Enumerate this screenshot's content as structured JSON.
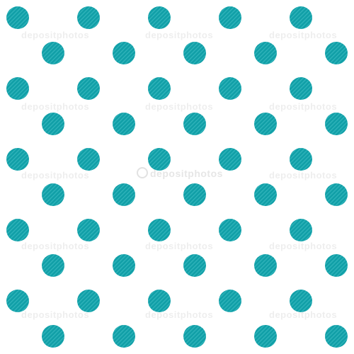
{
  "pattern": {
    "name": "polka dots",
    "background_color": "#ffffff",
    "dot_color": "#119fa7",
    "dot_stripe_color": "#2fb3ba",
    "layout": "staggered grid",
    "rows": 10,
    "dots_per_row": 5
  },
  "watermark": {
    "text": "depositphotos",
    "logo": "depositphotos-logo"
  }
}
